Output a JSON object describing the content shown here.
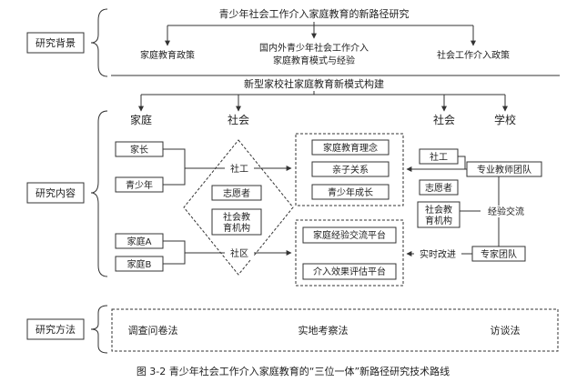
{
  "background": {
    "label": "研究背景",
    "title": "青少年社会工作介入家庭教育的新路径研究",
    "items": [
      "家庭教育政策",
      "国内外青少年社会工作介入",
      "家庭教育模式与经验",
      "社会工作介入政策"
    ]
  },
  "content": {
    "label": "研究内容",
    "title": "新型家校社家庭教育新模式构建",
    "columns": [
      "家庭",
      "社会",
      "社会",
      "学校"
    ],
    "left_boxes": [
      "家长",
      "青少年",
      "家庭A",
      "家庭B"
    ],
    "diamond_items": [
      "志愿者",
      "社会教",
      "育机构"
    ],
    "center_top": [
      "家庭教育理念",
      "亲子关系",
      "青少年成长"
    ],
    "center_bottom": [
      "家庭经验交流平台",
      "介入效果评估平台"
    ],
    "right_boxes": [
      "社工",
      "专业教师团队",
      "志愿者",
      "社会教",
      "育机构",
      "专家团队"
    ],
    "link_labels": [
      "社工",
      "社区",
      "经验交流",
      "实时改进"
    ]
  },
  "methods": {
    "label": "研究方法",
    "items": [
      "调查问卷法",
      "实地考察法",
      "访谈法"
    ]
  },
  "caption": "图 3-2  青少年社会工作介入家庭教育的“三位一体”新路径研究技术路线"
}
